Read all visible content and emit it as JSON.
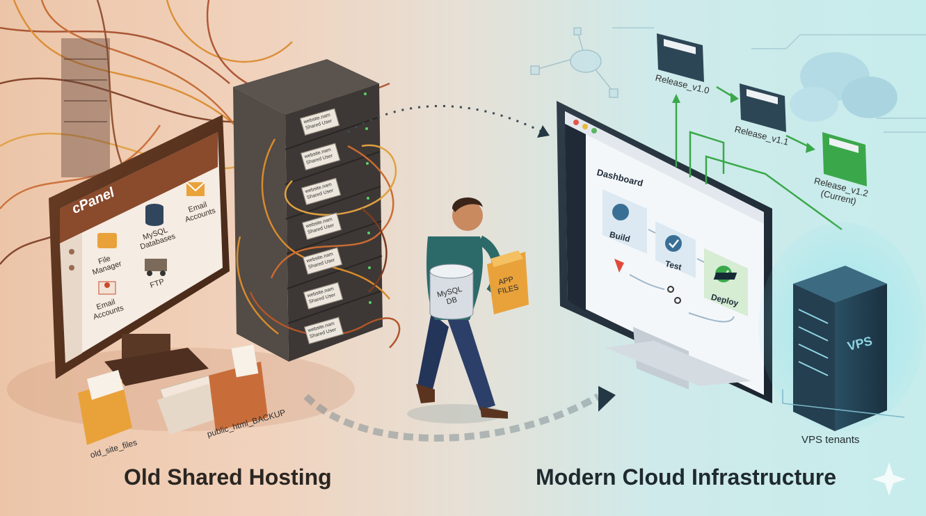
{
  "titles": {
    "left": "Old Shared Hosting",
    "right": "Modern Cloud Infrastructure"
  },
  "cpanel": {
    "logo": "cPanel",
    "items": {
      "file_manager": "File Manager",
      "mysql": "MySQL Databases",
      "email_top": "Email Accounts",
      "ftp": "FTP",
      "email_bottom": "Email Accounts"
    }
  },
  "rack": {
    "tag_line1": "website.nam",
    "tag_line2": "Shared User",
    "tag_count": 7
  },
  "folders": {
    "old_site": "old_site_files",
    "backup": "public_html_BACKUP"
  },
  "person": {
    "db_label_line1": "MySQL",
    "db_label_line2": "DB",
    "folder_label_line1": "APP",
    "folder_label_line2": "FILES"
  },
  "dashboard": {
    "title": "Dashboard",
    "steps": {
      "build": "Build",
      "test": "Test",
      "deploy": "Deploy"
    }
  },
  "releases": {
    "v10": "Release_v1.0",
    "v11": "Release_v1.1",
    "v12_line1": "Release_v1.2",
    "v12_line2": "(Current)"
  },
  "vps": {
    "label": "VPS",
    "caption": "VPS tenants"
  },
  "colors": {
    "accent_green": "#3aa84a",
    "accent_blue": "#5aa7c8",
    "cable_orange": "#d98a2c",
    "rack_dark": "#4a4440"
  }
}
